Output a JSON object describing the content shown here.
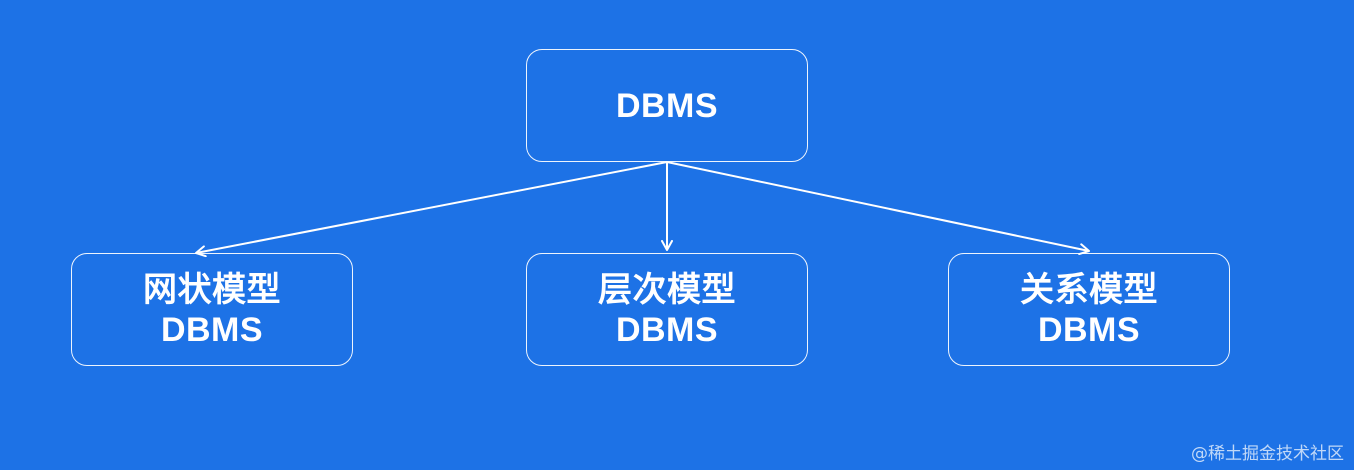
{
  "nodes": {
    "root": {
      "label": "DBMS"
    },
    "network": {
      "line1": "网状模型",
      "line2": "DBMS"
    },
    "hierarchical": {
      "line1": "层次模型",
      "line2": "DBMS"
    },
    "relational": {
      "line1": "关系模型",
      "line2": "DBMS"
    }
  },
  "edges": [
    {
      "from": "root",
      "to": "network"
    },
    {
      "from": "root",
      "to": "hierarchical"
    },
    {
      "from": "root",
      "to": "relational"
    }
  ],
  "watermark": "@稀土掘金技术社区",
  "colors": {
    "background": "#1d72e6",
    "stroke": "#ffffff",
    "text": "#ffffff"
  }
}
